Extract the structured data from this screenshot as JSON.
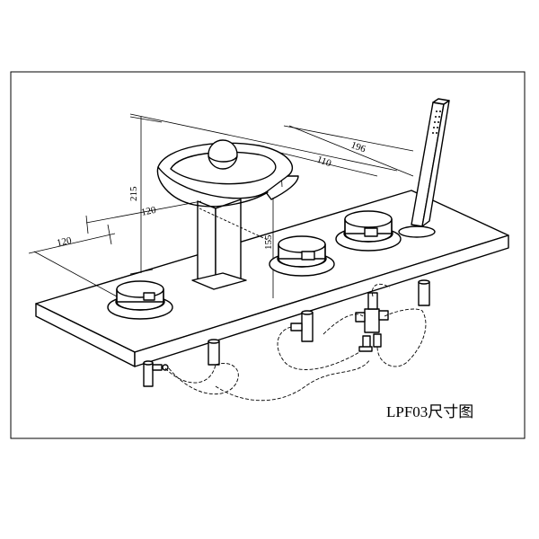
{
  "caption": "LPF03尺寸图",
  "dimensions": {
    "d196": "196",
    "d110": "110",
    "d215": "215",
    "d120_upper": "120",
    "d120_lower": "120",
    "d155": "155"
  }
}
